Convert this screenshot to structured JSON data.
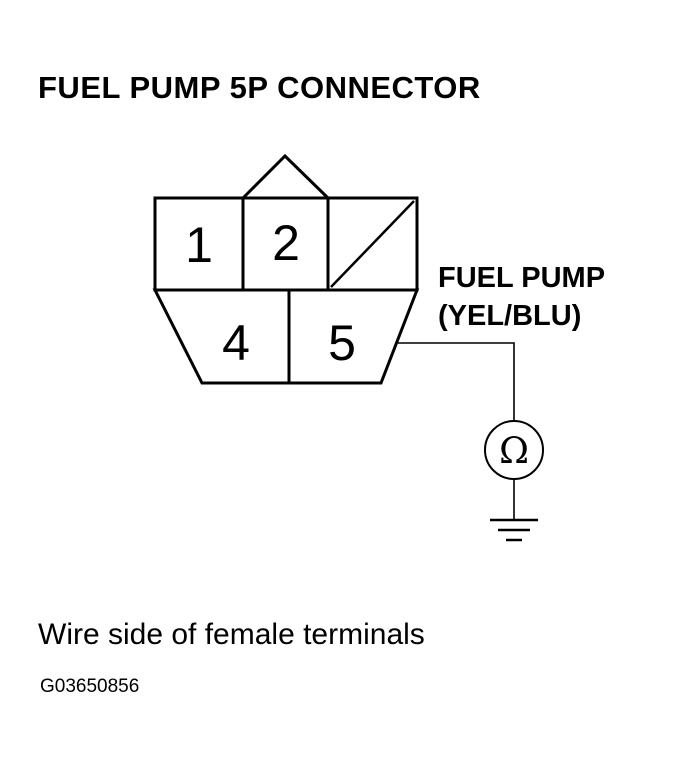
{
  "title": "FUEL PUMP 5P CONNECTOR",
  "connector": {
    "terminals": [
      {
        "number": "1",
        "position": "top-left"
      },
      {
        "number": "2",
        "position": "top-middle"
      },
      {
        "number": "",
        "position": "top-right",
        "state": "unused"
      },
      {
        "number": "4",
        "position": "bottom-left"
      },
      {
        "number": "5",
        "position": "bottom-right"
      }
    ]
  },
  "wire": {
    "name": "FUEL PUMP",
    "color": "(YEL/BLU)"
  },
  "meter": {
    "symbol": "Ω",
    "icon": "ohmmeter-icon"
  },
  "ground": {
    "icon": "ground-icon"
  },
  "caption": "Wire side of female terminals",
  "figure_id": "G03650856",
  "colors": {
    "ink": "#000000",
    "background": "#ffffff"
  }
}
